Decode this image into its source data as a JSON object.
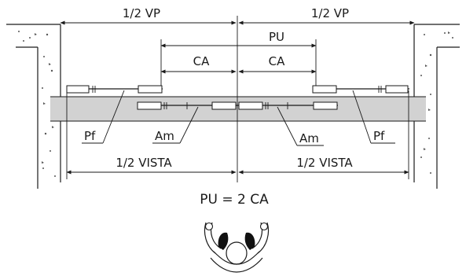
{
  "dimensions": {
    "half_vp_left": "1/2 VP",
    "half_vp_right": "1/2 VP",
    "pu": "PU",
    "ca_left": "CA",
    "ca_right": "CA",
    "half_vista_left": "1/2 VISTA",
    "half_vista_right": "1/2 VISTA"
  },
  "callouts": {
    "pf_left": "Pf",
    "am_left": "Am",
    "am_right": "Am",
    "pf_right": "Pf"
  },
  "formula": "PU = 2 CA",
  "colors": {
    "track_band": "#d2d2d2",
    "line": "#1a1a1a",
    "wall_texture": "#555555"
  }
}
